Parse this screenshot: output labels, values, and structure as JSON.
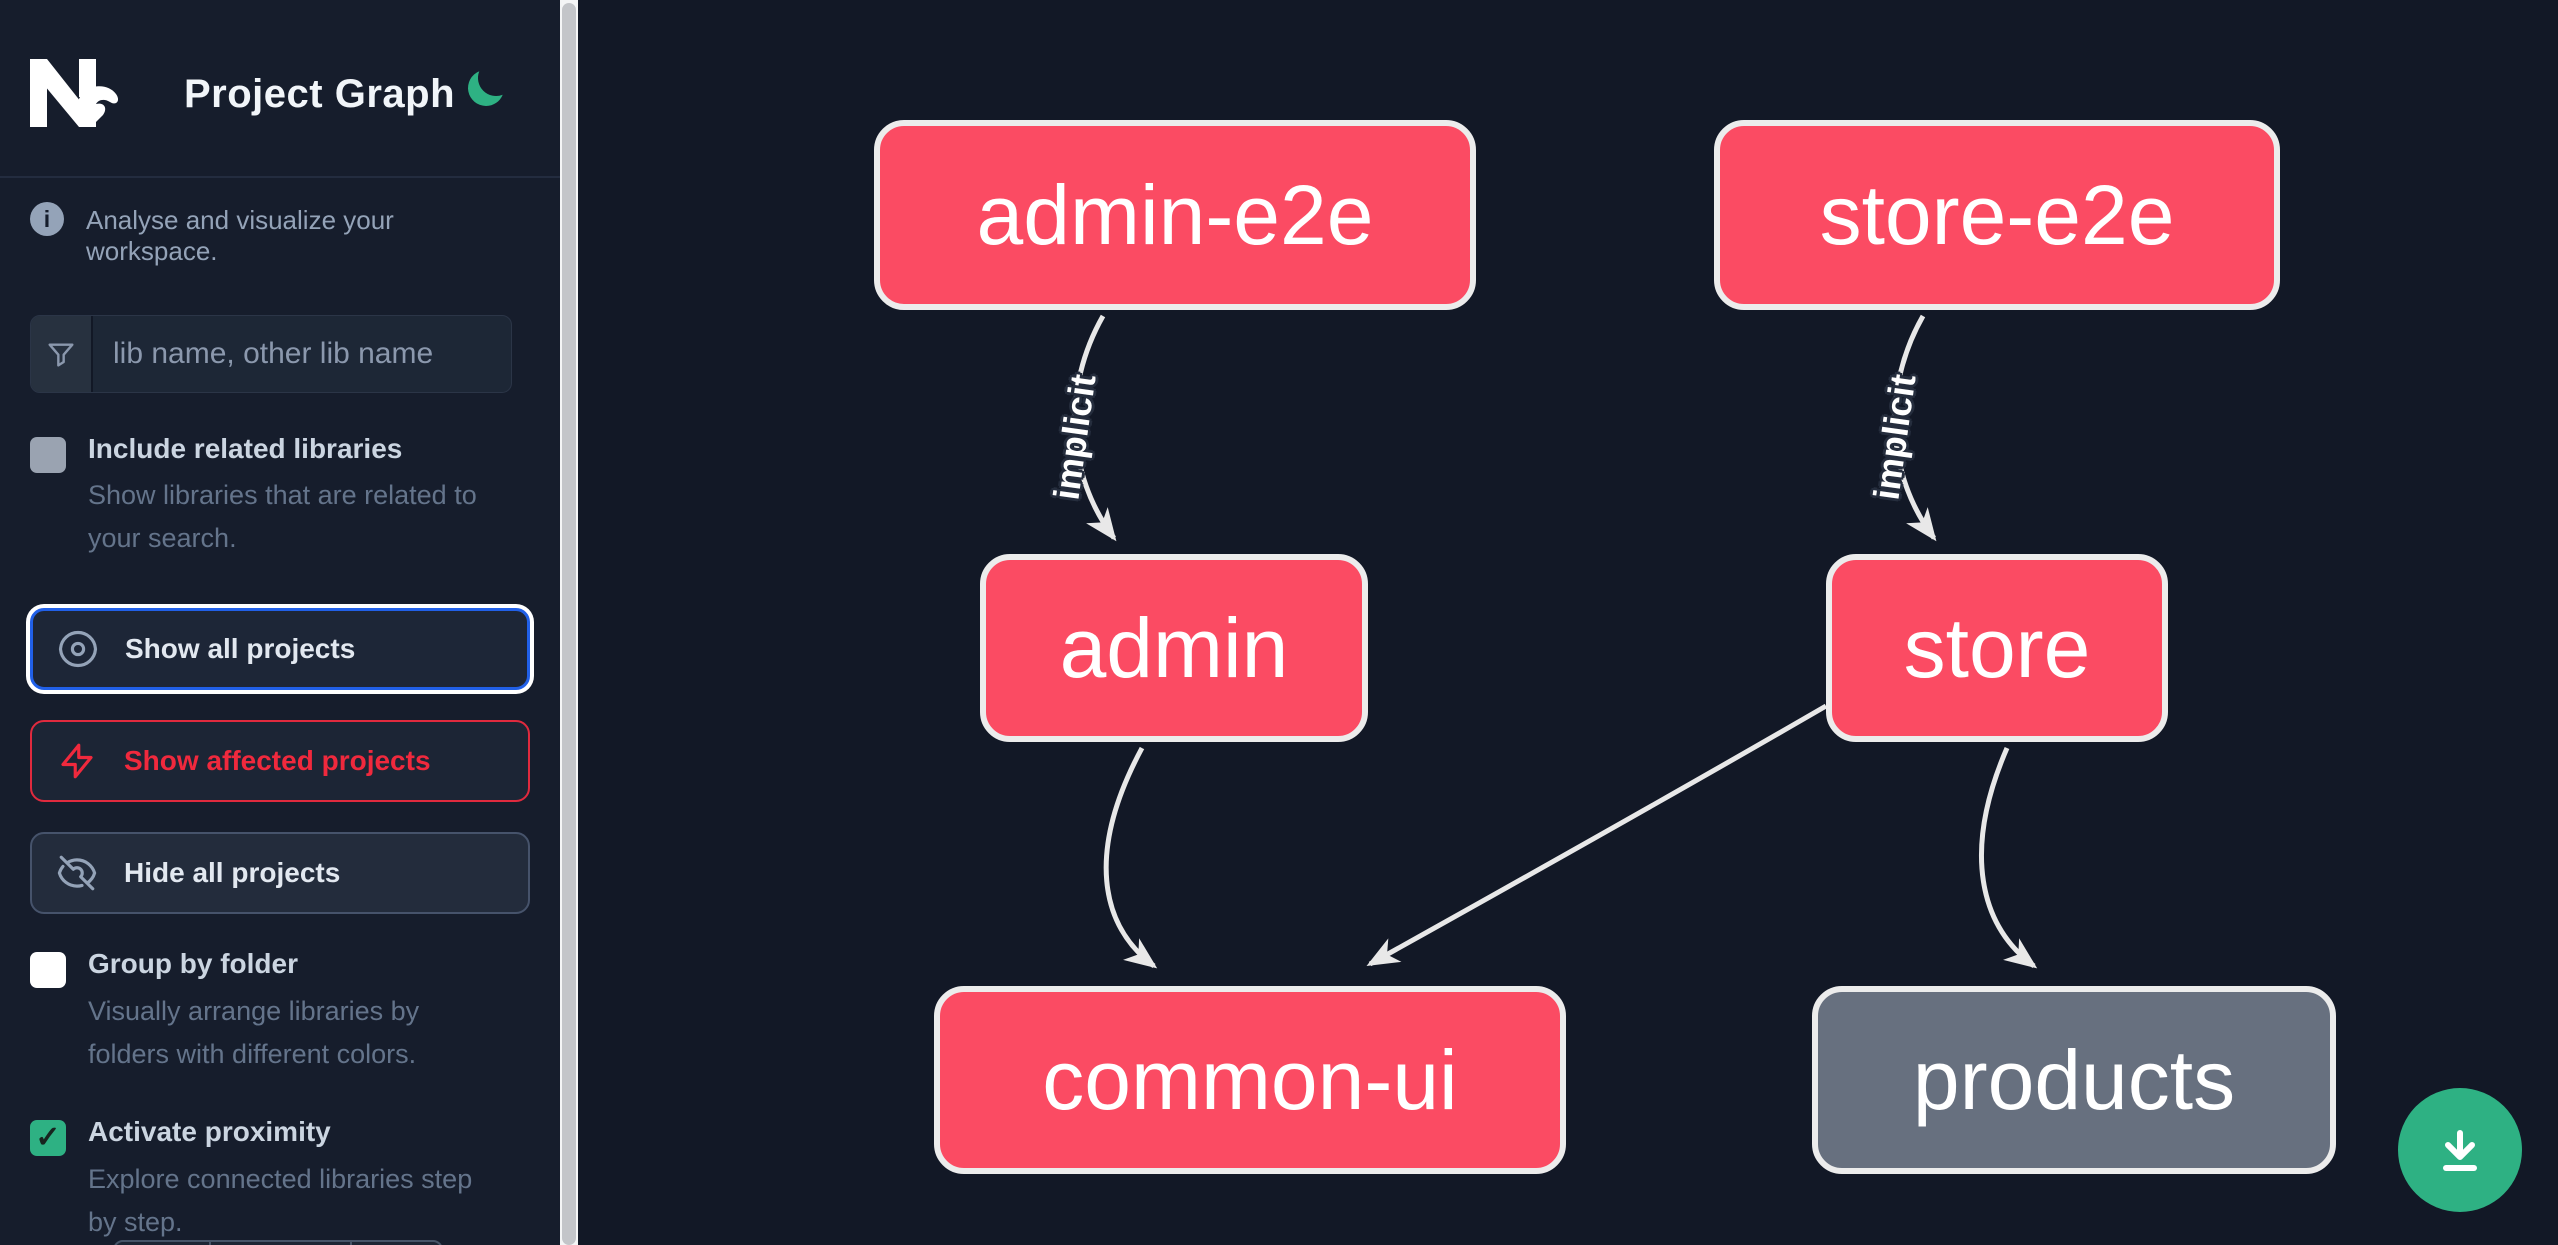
{
  "app": {
    "title": "Project Graph",
    "tagline": "Analyse and visualize your workspace.",
    "info_glyph": "i"
  },
  "theme": {
    "sidebar_bg": "#161d2c",
    "canvas_bg": "#121826",
    "accent_green": "#2eb183",
    "focus_blue": "#2160e8",
    "affected_red": "#f0293d",
    "node_pink": "#fb4b63",
    "node_gray": "#67707f",
    "node_border": "#ececec",
    "edge_color": "#e8e8e8"
  },
  "sidebar": {
    "search": {
      "placeholder": "lib name, other lib name",
      "value": ""
    },
    "include_related": {
      "label": "Include related libraries",
      "desc_line1": "Show libraries that are related to",
      "desc_line2": "your search.",
      "checked": false
    },
    "buttons": [
      {
        "label": "Show all projects"
      },
      {
        "label": "Show affected projects"
      },
      {
        "label": "Hide all projects"
      }
    ],
    "group_by_folder": {
      "label": "Group by folder",
      "desc_line1": "Visually arrange libraries by",
      "desc_line2": "folders with different colors.",
      "checked": false
    },
    "activate_proximity": {
      "label": "Activate proximity",
      "desc_line1": "Explore connected libraries step",
      "desc_line2": "by step.",
      "checked": true,
      "check_glyph": "✓"
    }
  },
  "graph": {
    "nodes": [
      {
        "id": "admin-e2e",
        "label": "admin-e2e",
        "type": "app-e2e"
      },
      {
        "id": "store-e2e",
        "label": "store-e2e",
        "type": "app-e2e"
      },
      {
        "id": "admin",
        "label": "admin",
        "type": "app"
      },
      {
        "id": "store",
        "label": "store",
        "type": "app"
      },
      {
        "id": "common-ui",
        "label": "common-ui",
        "type": "lib"
      },
      {
        "id": "products",
        "label": "products",
        "type": "lib-unfocused"
      }
    ],
    "edges": [
      {
        "from": "admin-e2e",
        "to": "admin",
        "label": "implicit"
      },
      {
        "from": "store-e2e",
        "to": "store",
        "label": "implicit"
      },
      {
        "from": "admin",
        "to": "common-ui",
        "label": ""
      },
      {
        "from": "store",
        "to": "common-ui",
        "label": ""
      },
      {
        "from": "store",
        "to": "products",
        "label": ""
      }
    ]
  }
}
